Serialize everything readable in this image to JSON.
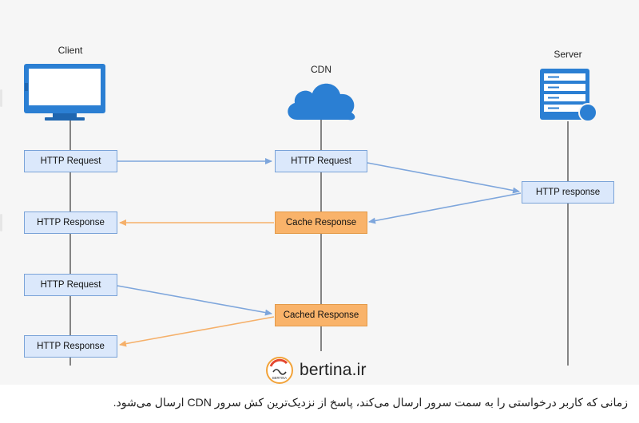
{
  "lanes": {
    "client": "Client",
    "cdn": "CDN",
    "server": "Server"
  },
  "messages": {
    "client_request_1": "HTTP Request",
    "cdn_request": "HTTP Request",
    "server_response": "HTTP response",
    "client_response_1": "HTTP Response",
    "cache_response": "Cache Response",
    "client_request_2": "HTTP Request",
    "cached_response": "Cached Response",
    "client_response_2": "HTTP Response"
  },
  "colors": {
    "request_arrow": "#7ea6dc",
    "response_arrow": "#f5b06a",
    "request_box": "#dbe8fb",
    "cache_box": "#f9b36a"
  },
  "icons": {
    "client": "desktop-computer-icon",
    "cdn": "cloud-icon",
    "server": "server-rack-icon",
    "brand": "bertina-logo-icon"
  },
  "brand": {
    "name": "bertina.ir",
    "logo_text": "BERTINA"
  },
  "caption": "زمانی که کاربر درخواستی را به سمت سرور ارسال می‌کند، پاسخ از نزدیک‌ترین کش سرور CDN ارسال می‌شود."
}
